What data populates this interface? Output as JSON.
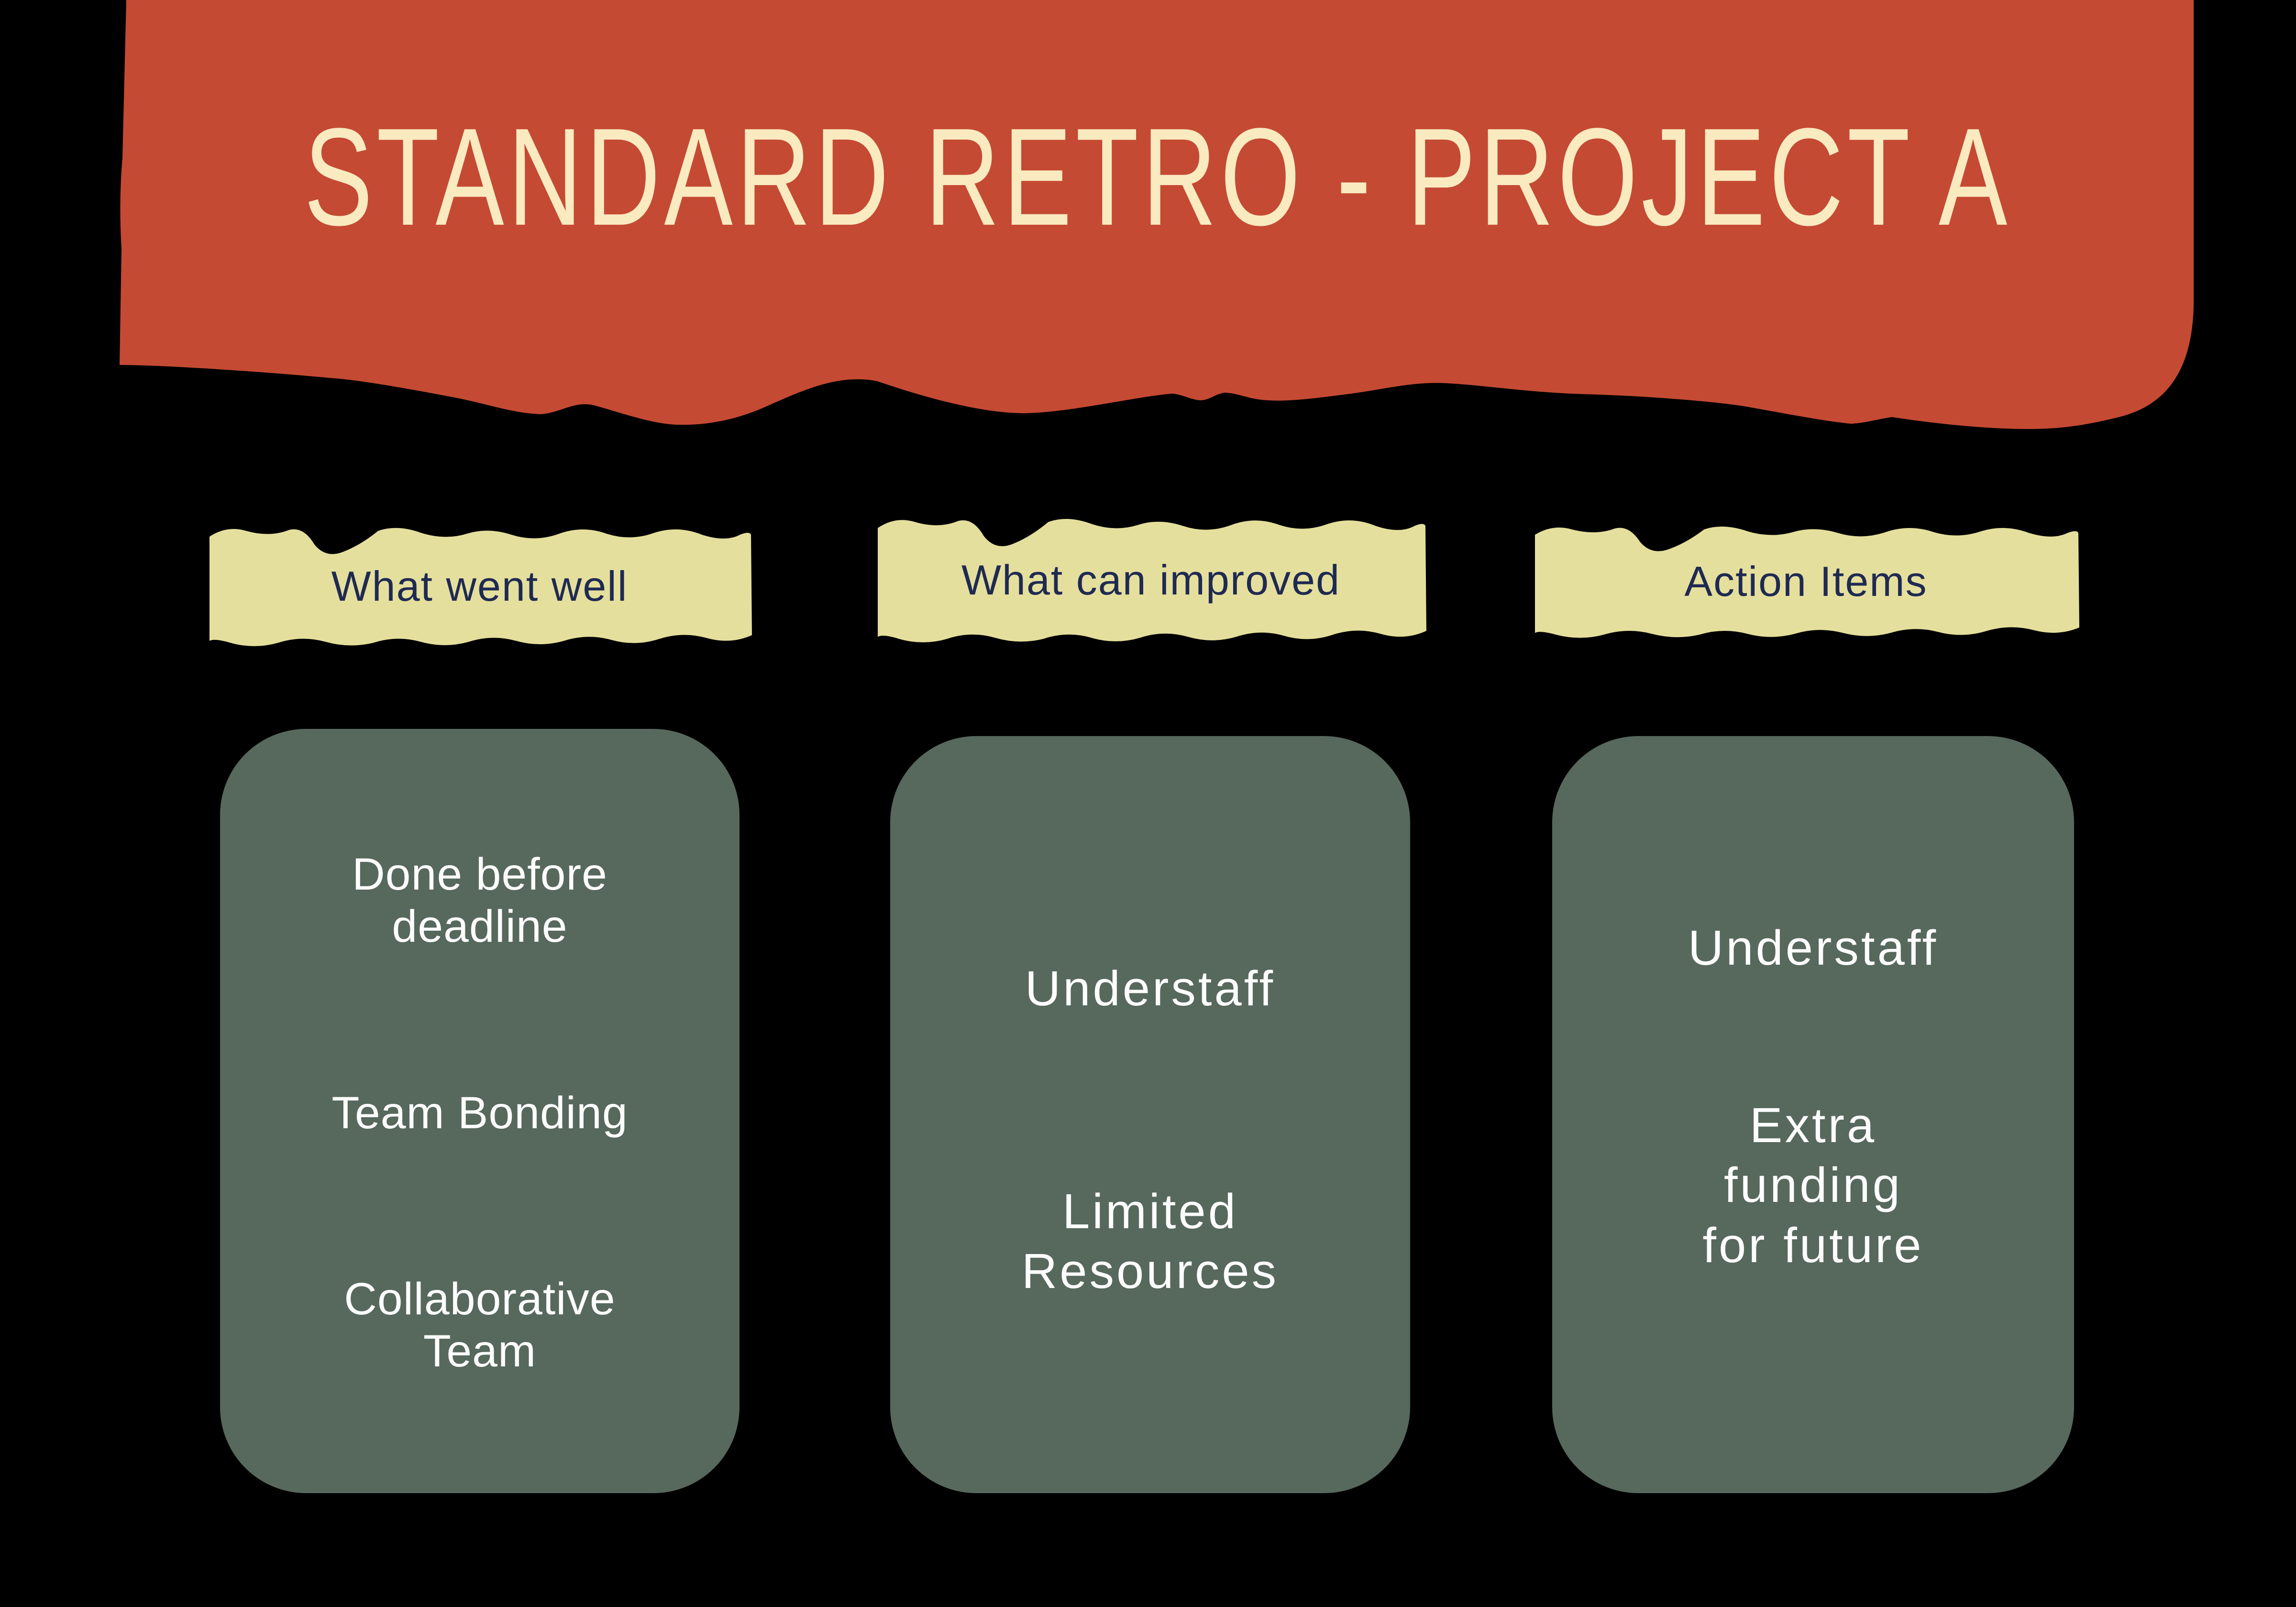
{
  "title": "STANDARD RETRO - PROJECT A",
  "columns": [
    {
      "header": "What went well",
      "items": [
        "Done before\ndeadline",
        "Team Bonding",
        "Collaborative\nTeam"
      ]
    },
    {
      "header": "What can improved",
      "items": [
        "Understaff",
        "Limited\nResources"
      ]
    },
    {
      "header": "Action Items",
      "items": [
        "Understaff",
        "Extra\nfunding\nfor future"
      ]
    }
  ],
  "colors": {
    "background": "#000000",
    "header_banner": "#C54A33",
    "header_text": "#F9EAC0",
    "column_banner": "#E5DF9D",
    "column_banner_text": "#1F2A52",
    "card_background": "#57685D",
    "card_text": "#FDFDFD"
  }
}
